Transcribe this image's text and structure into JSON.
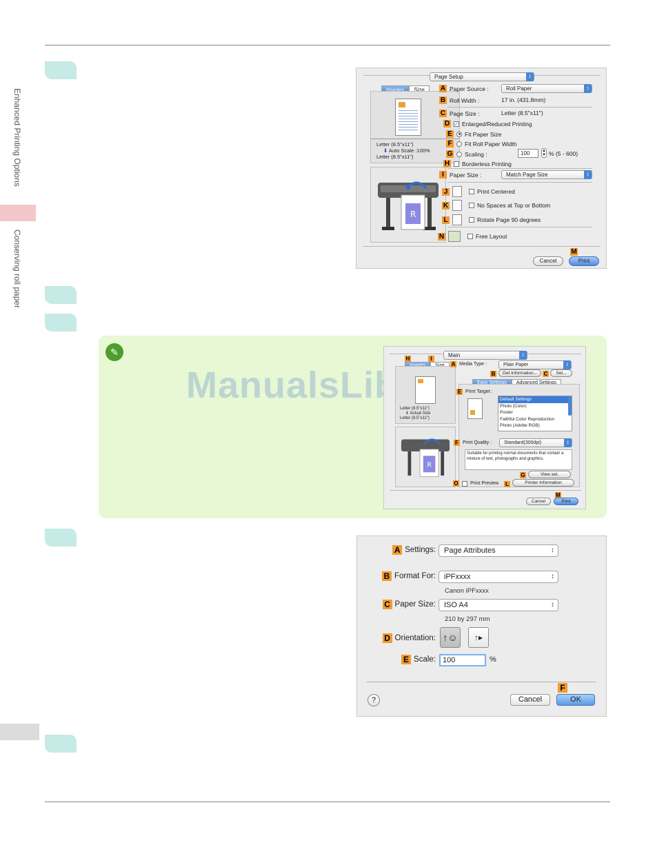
{
  "sidebar": {
    "section1": "Enhanced Printing Options",
    "section2": "Conserving roll paper"
  },
  "dialog1": {
    "title_popup": "Page Setup",
    "tab_images": "Images",
    "tab_size": "Size",
    "preview_text1": "Letter (8.5\"x11\")",
    "preview_text2": "Auto Scale :100%",
    "preview_text3": "Letter (8.5\"x11\")",
    "A_label": "Paper Source :",
    "A_value": "Roll Paper",
    "B_label": "Roll Width :",
    "B_value": "17 in. (431.8mm)",
    "C_label": "Page Size :",
    "C_value": "Letter (8.5\"x11\")",
    "D_label": "Enlarged/Reduced Printing",
    "E_label": "Fit Paper Size",
    "F_label": "Fit Roll Paper Width",
    "G_label": "Scaling :",
    "G_value": "100",
    "G_range": "% (5 - 600)",
    "H_label": "Borderless Printing",
    "I_label": "Paper Size :",
    "I_value": "Match Page Size",
    "J_label": "Print Centered",
    "K_label": "No Spaces at Top or Bottom",
    "L_label": "Rotate Page 90 degrees",
    "N_label": "Free Layout",
    "cancel": "Cancel",
    "print": "Print",
    "markers": [
      "A",
      "B",
      "C",
      "D",
      "E",
      "F",
      "G",
      "H",
      "I",
      "J",
      "K",
      "L",
      "M",
      "N"
    ]
  },
  "note_dialog": {
    "title_popup": "Main",
    "tab_images": "Images",
    "tab_size": "Size",
    "media_type_label": "Media Type :",
    "media_type_value": "Plain Paper",
    "get_info": "Get Information...",
    "set": "Set...",
    "tab_easy": "Easy Settings",
    "tab_advanced": "Advanced Settings",
    "print_target_label": "Print Target :",
    "targets": [
      "Default Settings",
      "Photo (Color)",
      "Poster",
      "Faithful Color Reproduction",
      "Photo (Adobe RGB)"
    ],
    "print_quality_label": "Print Quality :",
    "print_quality_value": "Standard(300dpi)",
    "description": "Suitable for printing normal documents that contain a mixture of text, photographs and graphics.",
    "view_set": "View set.",
    "print_preview": "Print Preview",
    "printer_information": "Printer Information",
    "preview_text1": "Letter (8.5\"x11\")",
    "preview_text2": "Actual Size",
    "preview_text3": "Letter (8.5\"x11\")",
    "cancel": "Cancel",
    "print": "Print"
  },
  "watermark": "ManualsLib.com",
  "dialog2": {
    "settings_label": "Settings:",
    "settings_value": "Page Attributes",
    "format_label": "Format For:",
    "format_value": "iPFxxxx",
    "format_sub": "Canon iPFxxxx",
    "paper_label": "Paper Size:",
    "paper_value": "ISO A4",
    "paper_sub": "210 by 297 mm",
    "orientation_label": "Orientation:",
    "scale_label": "Scale:",
    "scale_value": "100",
    "scale_unit": "%",
    "help": "?",
    "cancel": "Cancel",
    "ok": "OK"
  }
}
